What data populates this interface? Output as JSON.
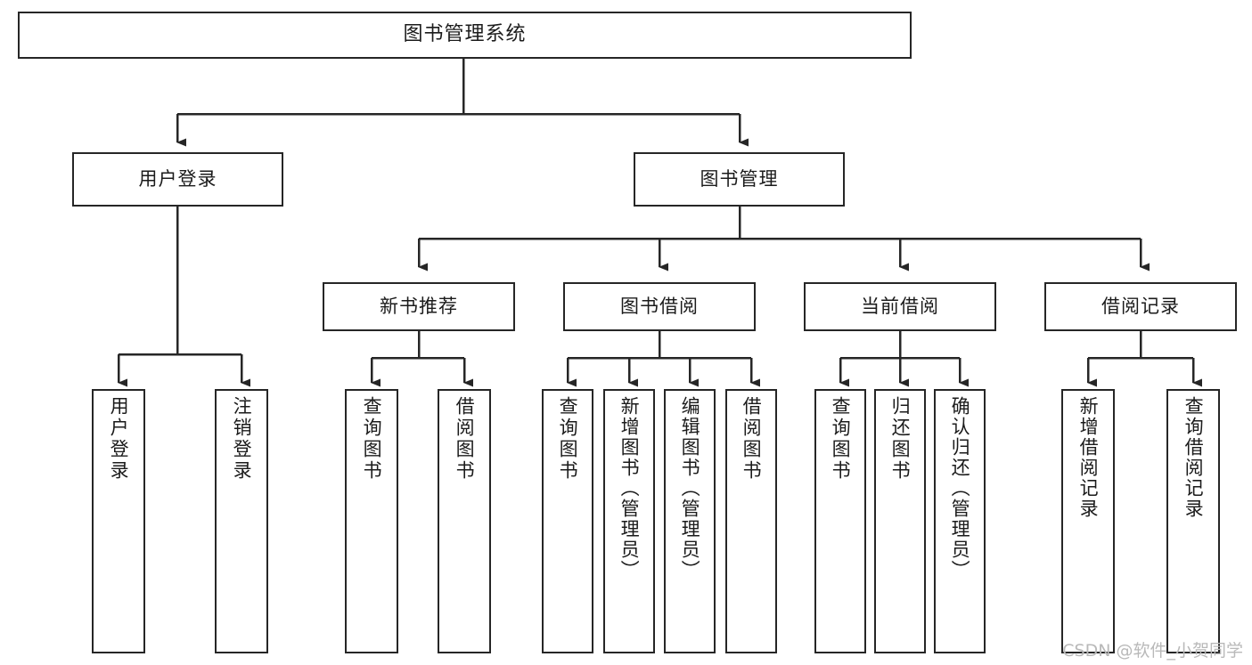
{
  "diagram": {
    "title": "图书管理系统",
    "type": "tree-hierarchy",
    "watermark": "CSDN @软件_小贺同学",
    "colors": {
      "box_border": "#262626",
      "box_fill": "#ffffff",
      "edge": "#262626",
      "text": "#1b1b1b",
      "watermark": "#b9b9b9",
      "background": "#ffffff"
    },
    "levels": {
      "level1": "root",
      "level2": "modules",
      "level3": "submodules",
      "level4": "operations"
    },
    "nodes": {
      "root": {
        "label": "图书管理系统"
      },
      "user_login": {
        "label": "用户登录"
      },
      "book_manage": {
        "label": "图书管理"
      },
      "new_book_rec": {
        "label": "新书推荐"
      },
      "book_borrow": {
        "label": "图书借阅"
      },
      "current_borrow": {
        "label": "当前借阅"
      },
      "borrow_record": {
        "label": "借阅记录"
      },
      "leaf_user_login": {
        "label": "用户登录"
      },
      "leaf_user_logout": {
        "label": "注销登录"
      },
      "leaf_query_book_1": {
        "label": "查询图书"
      },
      "leaf_borrow_book_1": {
        "label": "借阅图书"
      },
      "leaf_query_book_2": {
        "label": "查询图书"
      },
      "leaf_add_book": {
        "label": "新增图书（管理员）"
      },
      "leaf_edit_book": {
        "label": "编辑图书（管理员）"
      },
      "leaf_borrow_book_2": {
        "label": "借阅图书"
      },
      "leaf_query_book_3": {
        "label": "查询图书"
      },
      "leaf_return_book": {
        "label": "归还图书"
      },
      "leaf_confirm_return": {
        "label": "确认归还（管理员）"
      },
      "leaf_add_record": {
        "label": "新增借阅记录"
      },
      "leaf_query_record": {
        "label": "查询借阅记录"
      }
    },
    "edges": [
      {
        "from": "root",
        "to": "user_login"
      },
      {
        "from": "root",
        "to": "book_manage"
      },
      {
        "from": "user_login",
        "to": "leaf_user_login"
      },
      {
        "from": "user_login",
        "to": "leaf_user_logout"
      },
      {
        "from": "book_manage",
        "to": "new_book_rec"
      },
      {
        "from": "book_manage",
        "to": "book_borrow"
      },
      {
        "from": "book_manage",
        "to": "current_borrow"
      },
      {
        "from": "book_manage",
        "to": "borrow_record"
      },
      {
        "from": "new_book_rec",
        "to": "leaf_query_book_1"
      },
      {
        "from": "new_book_rec",
        "to": "leaf_borrow_book_1"
      },
      {
        "from": "book_borrow",
        "to": "leaf_query_book_2"
      },
      {
        "from": "book_borrow",
        "to": "leaf_add_book"
      },
      {
        "from": "book_borrow",
        "to": "leaf_edit_book"
      },
      {
        "from": "book_borrow",
        "to": "leaf_borrow_book_2"
      },
      {
        "from": "current_borrow",
        "to": "leaf_query_book_3"
      },
      {
        "from": "current_borrow",
        "to": "leaf_return_book"
      },
      {
        "from": "current_borrow",
        "to": "leaf_confirm_return"
      },
      {
        "from": "borrow_record",
        "to": "leaf_add_record"
      },
      {
        "from": "borrow_record",
        "to": "leaf_query_record"
      }
    ]
  }
}
